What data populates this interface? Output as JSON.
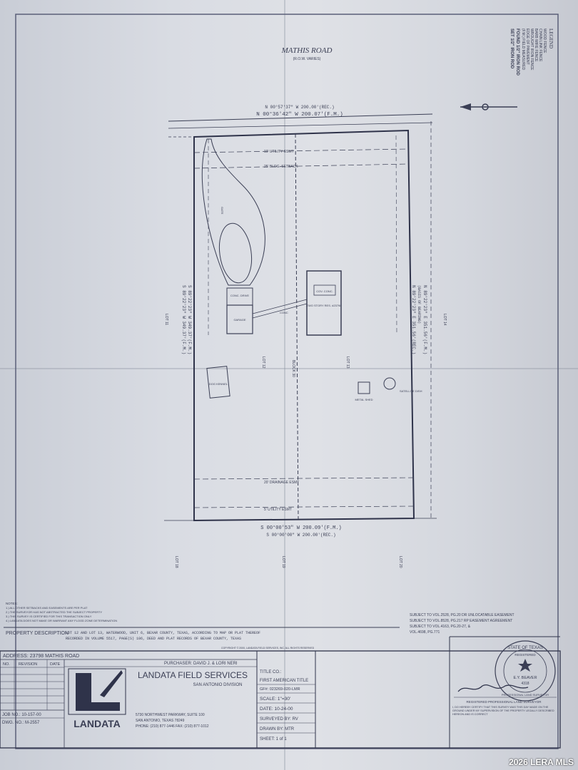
{
  "road": {
    "name": "MATHIS ROAD",
    "row": "(R.O.W. VARIES)"
  },
  "bearings": {
    "north_rec": "N 00°57'37\" W 200.00'(REC.)",
    "north_fm": "N 00°36'42\" W 200.07'(F.M.)",
    "south_fm": "S 00°00'53\" W 200.09'(F.M.)",
    "south_rec": "S 00°00'00\" W 200.00'(REC.)",
    "east_rec": "N 89°22'23\" E 351.56'(REC.)",
    "east_basis": "(BASIS OF BEARING)",
    "east_fm": "N 89°22'23\" E 351.56'(F.M.)",
    "west_rec": "S 89°22'23\" W 349.37'(F.M.)",
    "west_fm": "S 89°22'23\" W 349.37'(F.M.)"
  },
  "legend": {
    "title": "LEGEND",
    "items": [
      "WOOD FENCE",
      "CHAIN LINK FENCE",
      "BARB WIRE FENCE",
      "WROUGHT IRON FENCE",
      "EDGE OF PAVEMENT",
      "(F.M.) FIELD MEASURED",
      "FOUND 1/2\" IRON ROD",
      "SET 1/2\" IRON ROD"
    ]
  },
  "plan": {
    "utility_esmt": "10' UTILITY ESMT",
    "bldg_setback": "25' BLDG. SETBACK",
    "drainage_esmt": "20' DRAINAGE ESMT",
    "utility_esmt_s": "5' UTILITY ESMT",
    "gate": "GATE",
    "conc_drive": "CONC. DRIVE",
    "cov_conc": "COV. CONC.",
    "two_story": "TWO STORY RES. #23798",
    "garage": "GARAGE",
    "conc": "CONC",
    "satellite": "SATELLITE DISH",
    "metal_shed": "METAL SHED",
    "dog_kennel": "DOG KENNEL",
    "lot11": "LOT 11",
    "lot12": "LOT 12",
    "lot13": "LOT 13",
    "lot14": "LOT 14",
    "block": "BLOCK 30",
    "lot18": "LOT 18",
    "lot19": "LOT 19",
    "lot20": "LOT 20"
  },
  "notes": {
    "heading": "NOTES:",
    "lines": [
      "1.) ALL OTHER SETBACKS AND EASEMENTS ARE PER PLAT",
      "2.) THE SURVEYOR HAS NOT ABSTRACTED THE SUBJECT PROPERTY",
      "3.) THIS SURVEY IS CERTIFIED FOR THIS TRANSACTION ONLY",
      "4.) LANDATA DOES NOT MAKE OR WARRANT ANY FLOOD ZONE DETERMINATION"
    ]
  },
  "subject": [
    "SUBJECT TO VOL.2528, PG.20 DR UNLOCATABLE EASEMENT",
    "SUBJECT TO VOL.8528, PG.217 RP EASEMENT AGREEMENT",
    "SUBJECT TO VOL.4163, PG.20-27, &",
    "VOL.4698, PG.771"
  ],
  "property": {
    "label": "PROPERTY DESCRIPTION",
    "text1": "LOT 12 AND LOT 13, WATERWOOD, UNIT 6, BEXAR COUNTY, TEXAS, ACCORDING TO MAP OR PLAT THEREOF",
    "text2": "RECORDED IN VOLUME 5517, PAGE(S) 106, DEED AND PLAT RECORDS OF BEXAR COUNTY, TEXAS",
    "copyright": "COPYRIGHT © 2000, LANDATA FIELD SERVICES, INC. ALL RIGHTS RESERVED"
  },
  "title_block": {
    "address": "ADDRESS: 23798 MATHIS ROAD",
    "purchaser": "PURCHASER: DAVID J. & LORI NERI",
    "no": "NO.",
    "revision": "REVISION",
    "date": "DATE",
    "job_no": "JOB NO.: 10-157-00",
    "dwg_no": "DWG. NO.: M-2557",
    "company": "LANDATA FIELD SERVICES",
    "division": "SAN ANTONIO DIVISION",
    "logo_text": "LANDATA",
    "addr1": "5730 NORTHWEST PARKWAY, SUITE 100",
    "addr2": "SAN ANTONIO, TEXAS 78249",
    "phone": "PHONE: (210) 877-1446   FAX: (210) 877-1012",
    "title_co": "TITLE CO.:",
    "title_co_val": "FIRST AMERICAN TITLE",
    "gf": "GF#: 023269-020-LMR",
    "scale": "SCALE: 1\"=30'",
    "date_val": "DATE: 10-24-00",
    "surveyed": "SURVEYED BY: RV",
    "drawn": "DRAWN BY: MTR",
    "sheet": "SHEET: 1 of 1"
  },
  "surveyor": {
    "seal_top": "STATE OF TEXAS",
    "seal_reg": "REGISTERED",
    "seal_name": "E.Y. BEAVER",
    "seal_num": "4318",
    "seal_bottom": "PROFESSIONAL LAND SURVEYOR",
    "title": "REGISTERED PROFESSIONAL LAND SURVEYOR",
    "cert": "I, DO HEREBY CERTIFY THAT THIS SURVEY WAS THIS DAY MADE ON THE GROUND UNDER MY SUPERVISION OF THE PROPERTY LEGALLY DESCRIBED HEREON AND IS CORRECT"
  },
  "watermark": "2026 LERA MLS"
}
